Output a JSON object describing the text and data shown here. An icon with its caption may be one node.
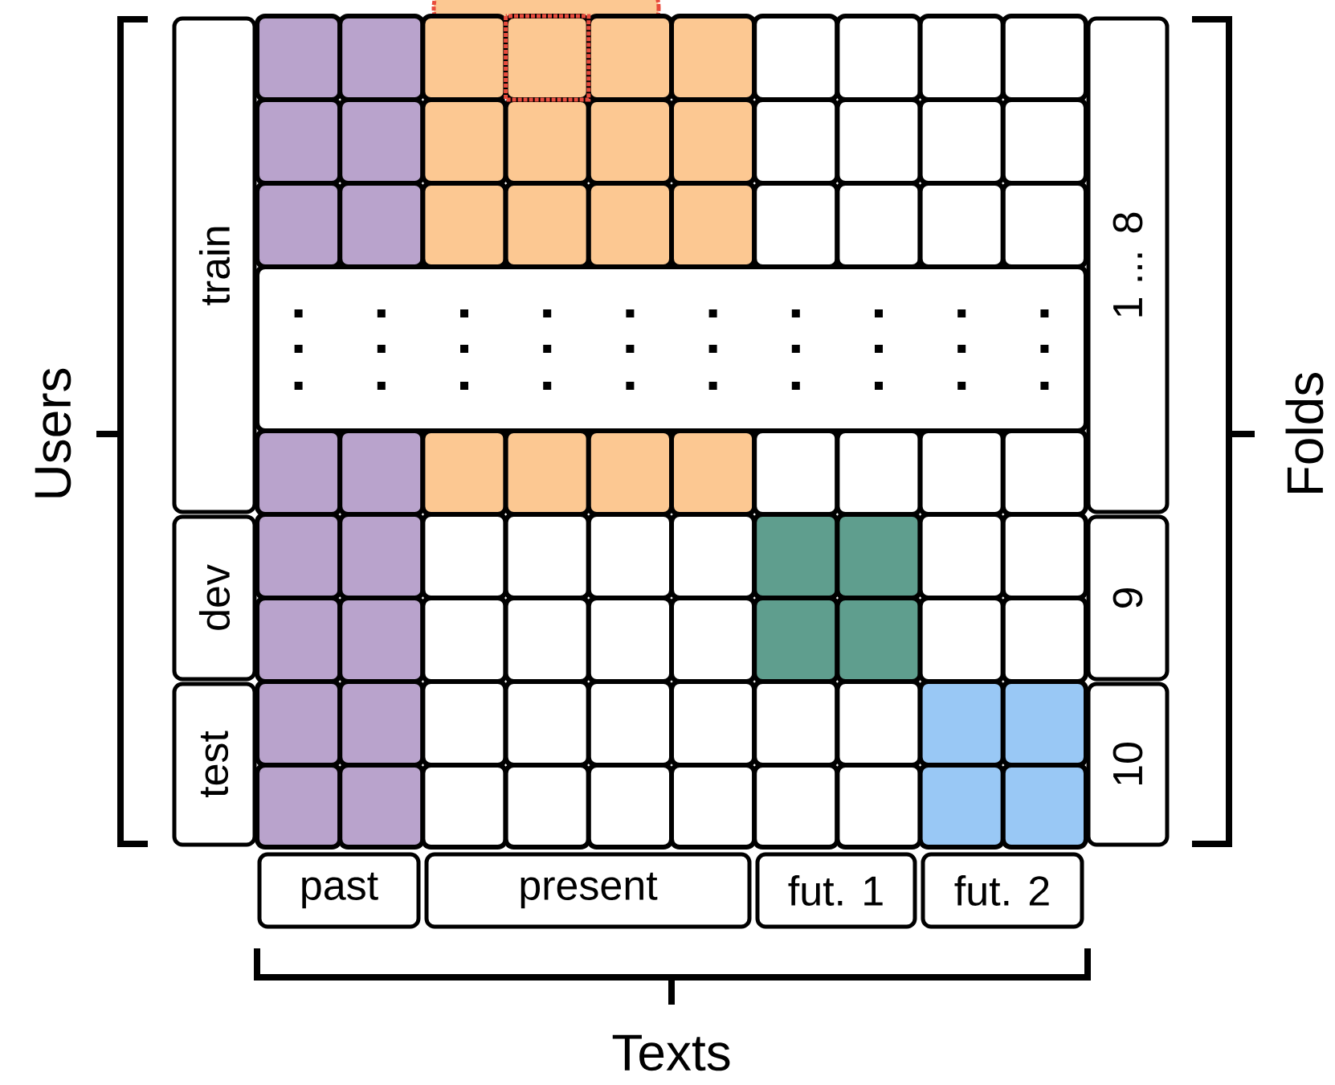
{
  "diagram": {
    "nodes": [
      {
        "text": [
          "train"
        ]
      },
      {
        "text": [
          "dev"
        ]
      },
      {
        "text": [
          "test"
        ]
      },
      {
        "text": [
          "1 ... 8"
        ]
      },
      {
        "text": [
          "9"
        ]
      },
      {
        "text": [
          "10"
        ]
      },
      {
        "text": [
          "past"
        ]
      },
      {
        "text": [
          "present"
        ]
      },
      {
        "text": [
          "fut. 1"
        ]
      },
      {
        "text": [
          "fut. 2"
        ]
      }
    ],
    "labels": [
      "Users",
      "Folds",
      "Texts"
    ]
  }
}
